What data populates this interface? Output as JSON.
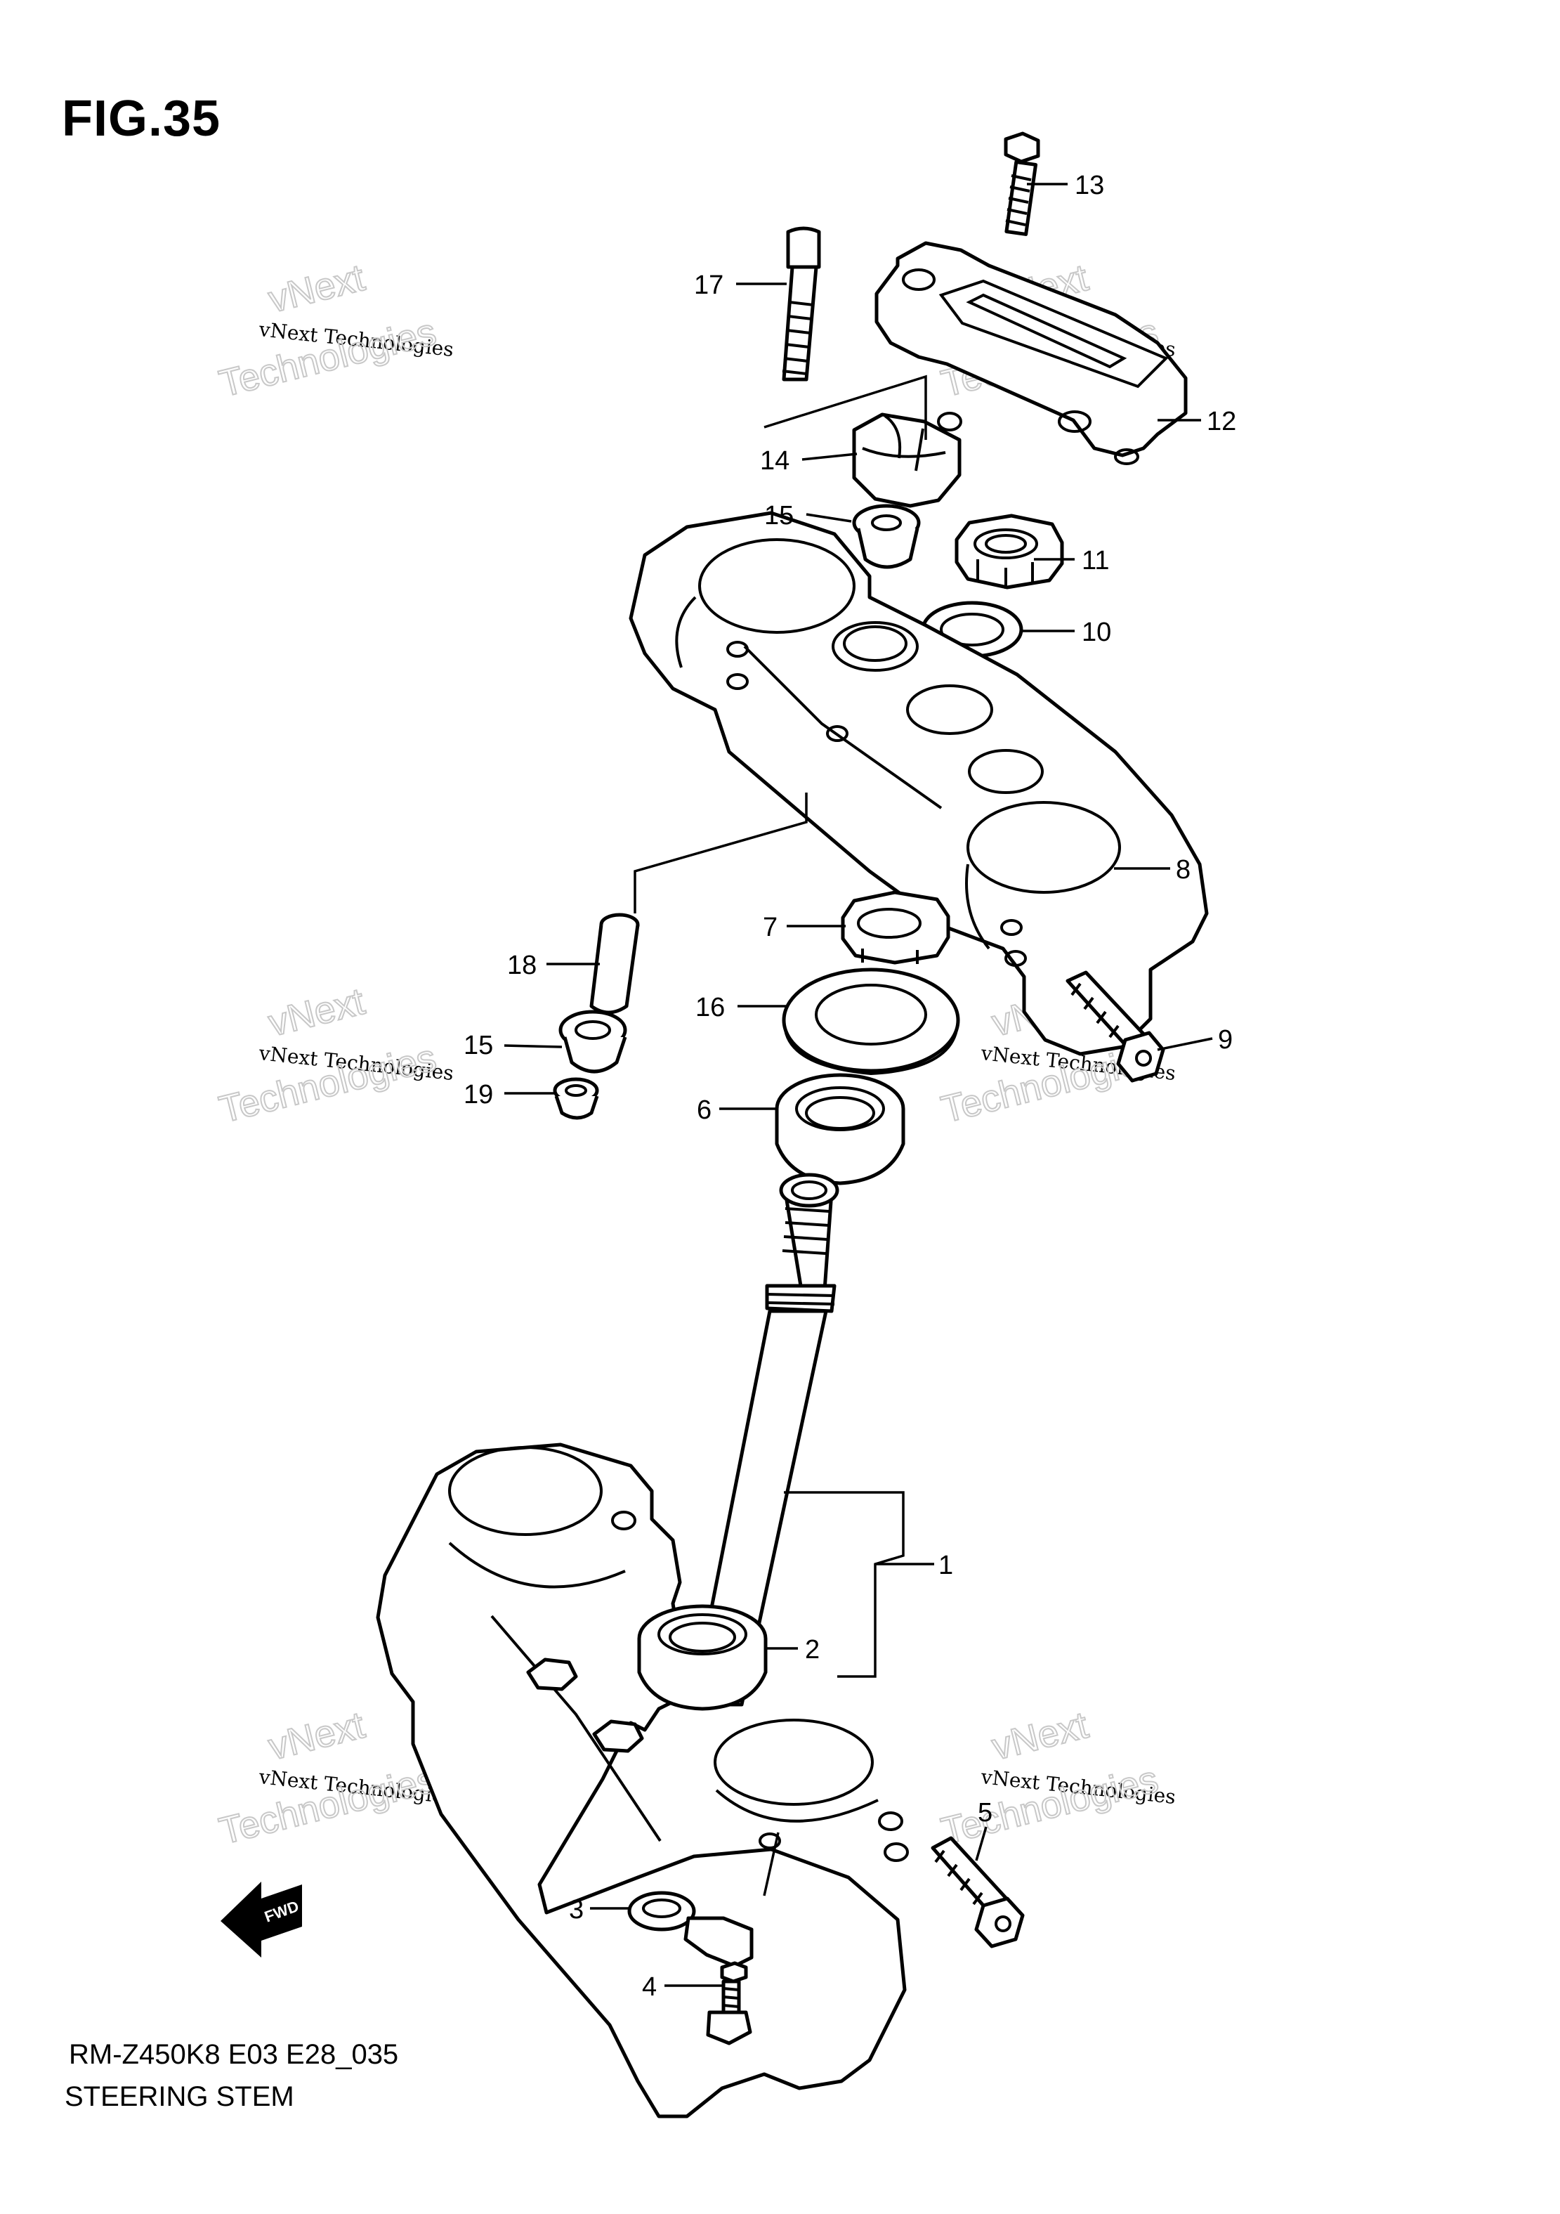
{
  "figure": {
    "title": "FIG.35",
    "model_code": "RM-Z450K8 E03 E28_035",
    "name": "STEERING STEM"
  },
  "direction_badge": "FWD",
  "watermark": {
    "line1": "vNext",
    "line2": "vNext Technologies",
    "line3": "Technologies"
  },
  "callouts": [
    {
      "id": "13",
      "label": "13"
    },
    {
      "id": "17",
      "label": "17"
    },
    {
      "id": "12",
      "label": "12"
    },
    {
      "id": "14",
      "label": "14"
    },
    {
      "id": "15a",
      "label": "15"
    },
    {
      "id": "11",
      "label": "11"
    },
    {
      "id": "10",
      "label": "10"
    },
    {
      "id": "8",
      "label": "8"
    },
    {
      "id": "7",
      "label": "7"
    },
    {
      "id": "18",
      "label": "18"
    },
    {
      "id": "16",
      "label": "16"
    },
    {
      "id": "9",
      "label": "9"
    },
    {
      "id": "15b",
      "label": "15"
    },
    {
      "id": "19",
      "label": "19"
    },
    {
      "id": "6",
      "label": "6"
    },
    {
      "id": "1",
      "label": "1"
    },
    {
      "id": "2",
      "label": "2"
    },
    {
      "id": "5",
      "label": "5"
    },
    {
      "id": "3",
      "label": "3"
    },
    {
      "id": "4",
      "label": "4"
    }
  ]
}
